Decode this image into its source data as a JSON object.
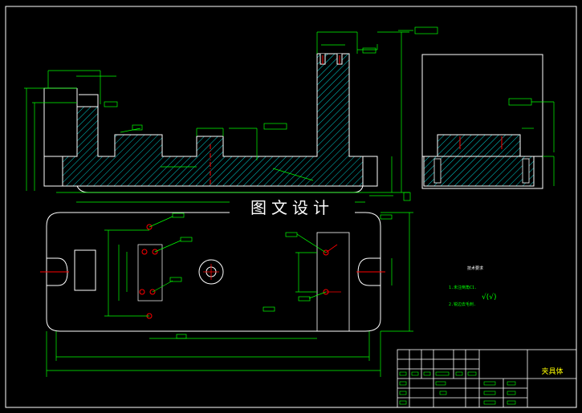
{
  "watermark": "图文设计",
  "title_block": {
    "part_name": "夹具体"
  },
  "tech_requirements": {
    "title": "技术要求",
    "lines": [
      "1.未注倒角C1.",
      "2.锐边去毛刺."
    ],
    "roughness_symbol": "√(√)"
  },
  "colors": {
    "background": "#000000",
    "outline": "#ffffff",
    "dimension": "#00ff00",
    "hatch": "#00ffff",
    "hole": "#ff0000",
    "center": "#ff0000",
    "title_text": "#ffff00"
  }
}
